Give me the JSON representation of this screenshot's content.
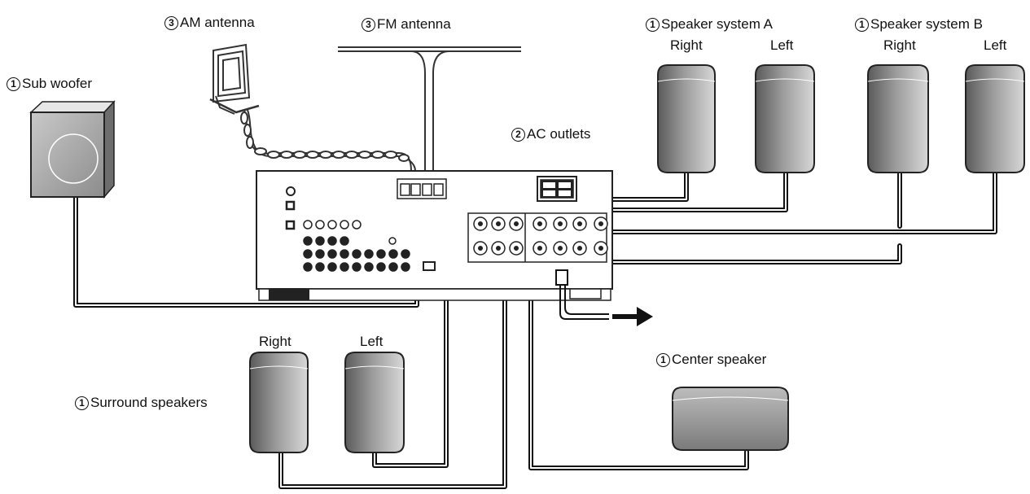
{
  "labels": {
    "sub_woofer": {
      "num": "1",
      "text": "Sub woofer"
    },
    "am_antenna": {
      "num": "3",
      "text": "AM antenna"
    },
    "fm_antenna": {
      "num": "3",
      "text": "FM antenna"
    },
    "speaker_a": {
      "num": "1",
      "text": "Speaker system A",
      "right": "Right",
      "left": "Left"
    },
    "speaker_b": {
      "num": "1",
      "text": "Speaker system B",
      "right": "Right",
      "left": "Left"
    },
    "ac_outlets": {
      "num": "2",
      "text": "AC outlets"
    },
    "surround": {
      "num": "1",
      "text": "Surround speakers",
      "right": "Right",
      "left": "Left"
    },
    "center": {
      "num": "1",
      "text": "Center speaker"
    }
  }
}
